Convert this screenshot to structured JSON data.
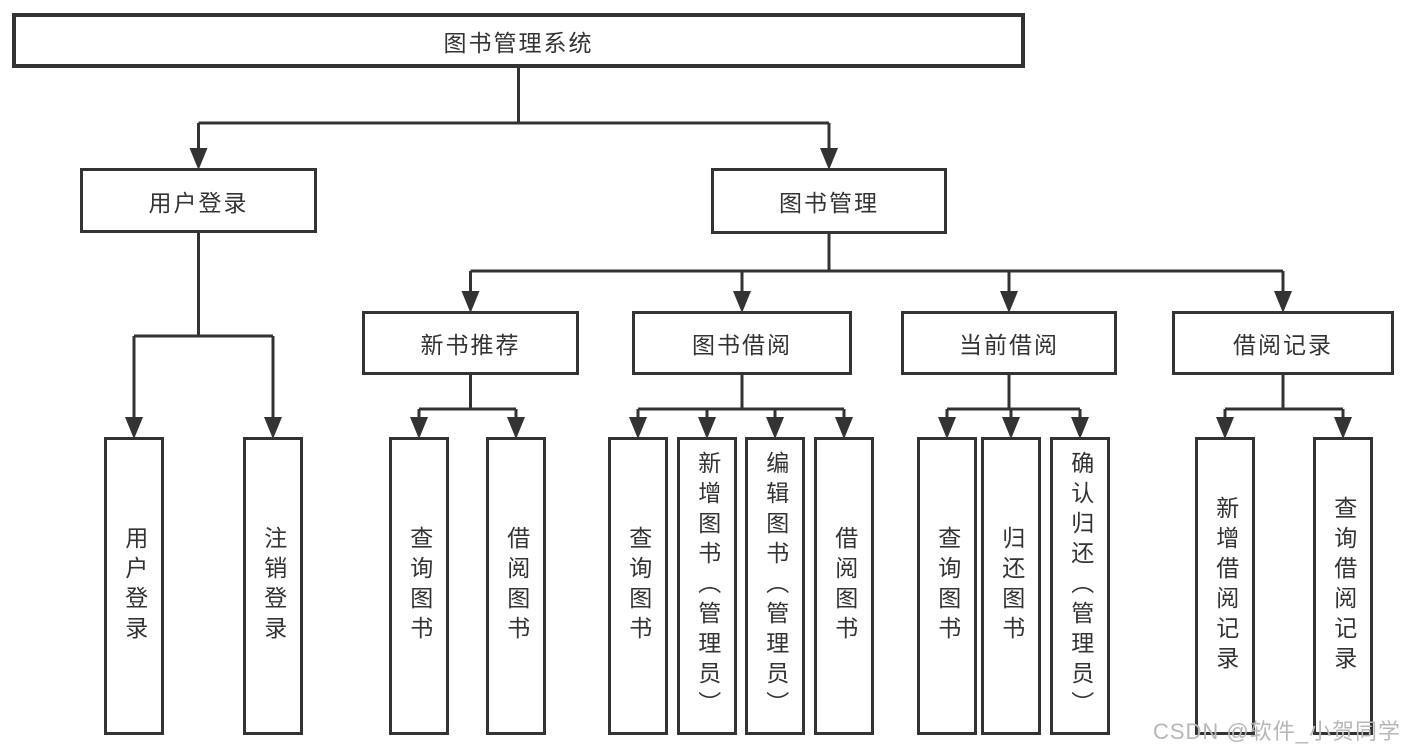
{
  "diagram": {
    "root": {
      "label": "图书管理系统"
    },
    "children": [
      {
        "label": "用户登录",
        "leaves": [
          "用户登录",
          "注销登录"
        ]
      },
      {
        "label": "图书管理",
        "children": [
          {
            "label": "新书推荐",
            "leaves": [
              "查询图书",
              "借阅图书"
            ]
          },
          {
            "label": "图书借阅",
            "leaves": [
              "查询图书",
              "新增图书（管理员）",
              "编辑图书（管理员）",
              "借阅图书"
            ]
          },
          {
            "label": "当前借阅",
            "leaves": [
              "查询图书",
              "归还图书",
              "确认归还（管理员）"
            ]
          },
          {
            "label": "借阅记录",
            "leaves": [
              "新增借阅记录",
              "查询借阅记录"
            ]
          }
        ]
      }
    ]
  },
  "watermark": {
    "text": "CSDN @软件_小贺同学"
  },
  "colors": {
    "line": "#333333",
    "text": "#333333",
    "box_background": "#ffffff",
    "watermark": "#b7b7b7",
    "background": "#ffffff"
  }
}
